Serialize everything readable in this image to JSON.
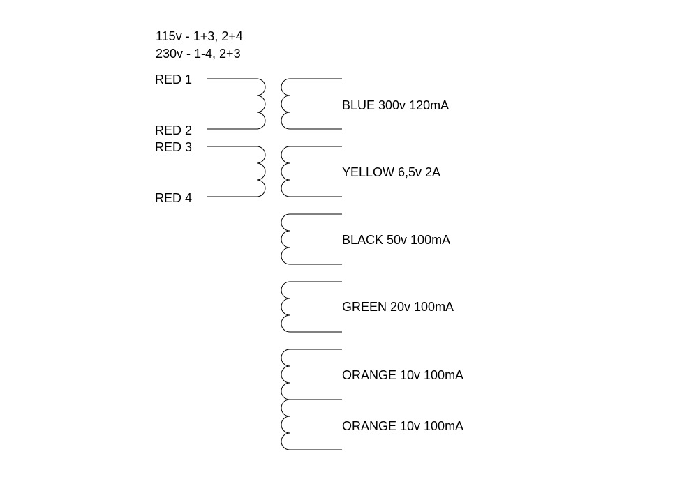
{
  "wiring_notes": [
    "115v - 1+3, 2+4",
    "230v - 1-4, 2+3"
  ],
  "primary": {
    "labels": [
      "RED 1",
      "RED 2",
      "RED 3",
      "RED 4"
    ]
  },
  "secondaries": [
    {
      "label": "BLUE 300v 120mA"
    },
    {
      "label": "YELLOW 6,5v 2A"
    },
    {
      "label": "BLACK 50v 100mA"
    },
    {
      "label": "GREEN 20v 100mA"
    },
    {
      "label": "ORANGE 10v 100mA"
    },
    {
      "label": "ORANGE 10v 100mA"
    }
  ],
  "colors": {
    "line": "#000000",
    "text": "#000000",
    "background": "#ffffff"
  }
}
